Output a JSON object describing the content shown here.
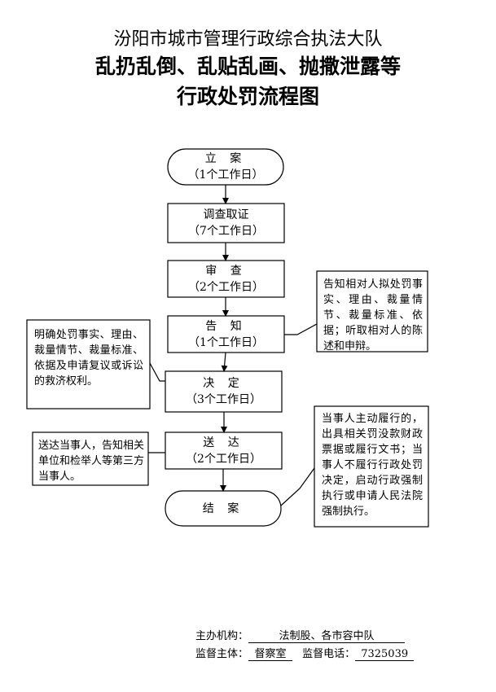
{
  "header": {
    "line1": "汾阳市城市管理行政综合执法大队",
    "line2": "乱扔乱倒、乱贴乱画、抛撒泄露等",
    "line3": "行政处罚流程图"
  },
  "steps": [
    {
      "name": "立 案",
      "duration": "（1个工作日）"
    },
    {
      "name": "调查取证",
      "duration": "（7个工作日）"
    },
    {
      "name": "审 查",
      "duration": "（2个工作日）"
    },
    {
      "name": "告 知",
      "duration": "（1个工作日）"
    },
    {
      "name": "决 定",
      "duration": "（3个工作日）"
    },
    {
      "name": "送 达",
      "duration": "（2个工作日）"
    },
    {
      "name": "结 案",
      "duration": ""
    }
  ],
  "notes": {
    "notify": "告知相对人拟处罚事实、理由、裁量情节、裁量标准、依据；听取相对人的陈述和申辩。",
    "decide": "明确处罚事实、理由、裁量情节、裁量标准、依据及申请复议或诉讼的救济权利。",
    "deliver": "送达当事人，告知相关单位和检举人等第三方当事人。",
    "close": "当事人主动履行的，出具相关罚没款财政票据或履行文书；当事人不履行行政处罚决定，启动行政强制执行或申请人民法院强制执行。"
  },
  "footer": {
    "host_label": "主办机构：",
    "host_value": "法制股、各市容中队",
    "supervisor_label": "监督主体：",
    "supervisor_value": "督察室",
    "phone_label": "监督电话：",
    "phone_value": "7325039"
  }
}
